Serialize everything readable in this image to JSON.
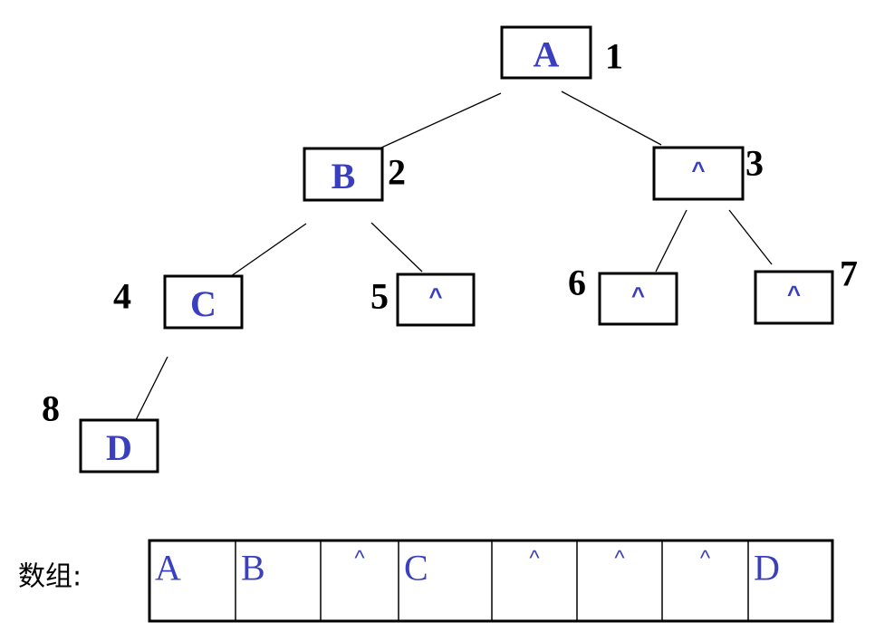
{
  "colors": {
    "node_text": "#3a3fbf",
    "outline": "#000000",
    "index_text": "#000000"
  },
  "tree": {
    "nodes": [
      {
        "index": "1",
        "value": "A"
      },
      {
        "index": "2",
        "value": "B"
      },
      {
        "index": "3",
        "value": "^"
      },
      {
        "index": "4",
        "value": "C"
      },
      {
        "index": "5",
        "value": "^"
      },
      {
        "index": "6",
        "value": "^"
      },
      {
        "index": "7",
        "value": "^"
      },
      {
        "index": "8",
        "value": "D"
      }
    ],
    "edges": [
      {
        "from": "1",
        "to": "2"
      },
      {
        "from": "1",
        "to": "3"
      },
      {
        "from": "2",
        "to": "4"
      },
      {
        "from": "2",
        "to": "5"
      },
      {
        "from": "3",
        "to": "6"
      },
      {
        "from": "3",
        "to": "7"
      },
      {
        "from": "4",
        "to": "8"
      }
    ]
  },
  "array": {
    "caption": "数组:",
    "cells": [
      "A",
      "B",
      "^",
      "C",
      "^",
      "^",
      "^",
      "D"
    ]
  }
}
